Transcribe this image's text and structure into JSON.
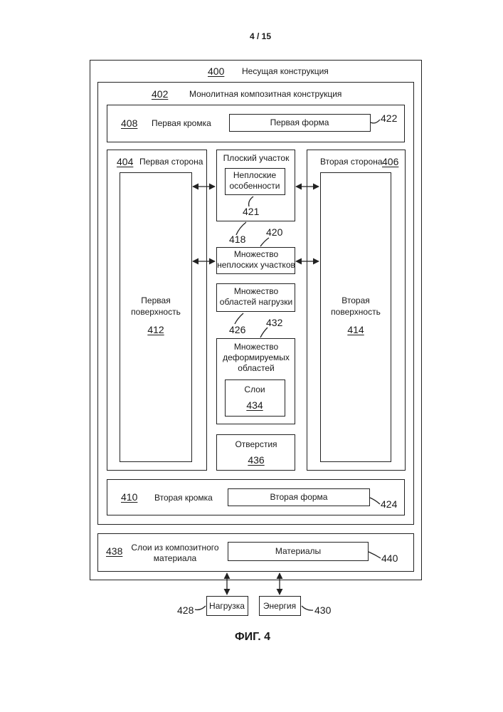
{
  "page_number": "4 / 15",
  "figure_caption": "ФИГ. 4",
  "diagram": {
    "support": {
      "num": "400",
      "label": "Несущая конструкция"
    },
    "monolithic": {
      "num": "402",
      "label": "Монолитная композитная конструкция"
    },
    "first_edge": {
      "num": "408",
      "label": "Первая кромка",
      "shape_label": "Первая форма",
      "shape_num": "422"
    },
    "first_side": {
      "num": "404",
      "label": "Первая сторона",
      "surface_line1": "Первая",
      "surface_line2": "поверхность",
      "surface_num": "412"
    },
    "second_side": {
      "num": "406",
      "label": "Вторая сторона",
      "surface_line1": "Вторая",
      "surface_line2": "поверхность",
      "surface_num": "414"
    },
    "flat_section": {
      "label": "Плоский участок",
      "num": "418",
      "features_line1": "Неплоские",
      "features_line2": "особенности",
      "features_num": "421"
    },
    "nonflat_sections": {
      "num": "420",
      "line1": "Множество",
      "line2": "неплоских участков"
    },
    "load_areas": {
      "num": "426",
      "line1": "Множество",
      "line2": "областей нагрузки"
    },
    "deformable": {
      "num": "432",
      "line1": "Множество",
      "line2": "деформируемых",
      "line3": "областей",
      "layers_label": "Слои",
      "layers_num": "434"
    },
    "holes": {
      "label": "Отверстия",
      "num": "436"
    },
    "second_edge": {
      "num": "410",
      "label": "Вторая кромка",
      "shape_label": "Вторая форма",
      "shape_num": "424"
    },
    "composite_layers": {
      "num": "438",
      "line1": "Слои из композитного",
      "line2": "материала",
      "materials_label": "Материалы",
      "materials_num": "440"
    },
    "load": {
      "label": "Нагрузка",
      "num": "428"
    },
    "energy": {
      "label": "Энергия",
      "num": "430"
    }
  }
}
